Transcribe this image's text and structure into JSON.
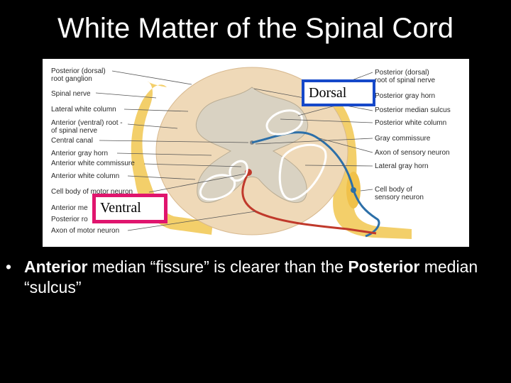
{
  "slide": {
    "title": "White Matter of the Spinal Cord"
  },
  "figure": {
    "left_labels": [
      "Posterior (dorsal)",
      "root ganglion",
      "Spinal nerve",
      "Lateral white column",
      "Anterior (ventral) root -",
      "of spinal nerve",
      "Central canal",
      "Anterior gray horn",
      "Anterior white commissure",
      "Anterior white column",
      "Cell body of motor neuron",
      "Anterior me",
      "Posterior ro",
      "Axon of motor neuron"
    ],
    "right_labels": [
      "Posterior (dorsal)",
      "root of spinal nerve",
      "Posterior gray horn",
      "Posterior median sulcus",
      "Posterior white column",
      "Gray commissure",
      "Axon of sensory neuron",
      "Lateral gray horn",
      "Cell body of",
      "sensory neuron"
    ],
    "dorsal_box": "Dorsal",
    "ventral_box": "Ventral",
    "colors": {
      "dorsal_border": "#1548c9",
      "ventral_border": "#e0156e",
      "nerve_yellow": "#f3cf6a",
      "cord_tissue": "#efd9b8",
      "gray_matter": "#d9d2c2",
      "sensory_axon": "#2c6fa8",
      "motor_axon": "#c0392b"
    }
  },
  "bullet": {
    "symbol": "•",
    "part1": "Anterior",
    "part2": " median “fissure” is clearer than the ",
    "part3": "Posterior",
    "part4": " median “sulcus”"
  }
}
